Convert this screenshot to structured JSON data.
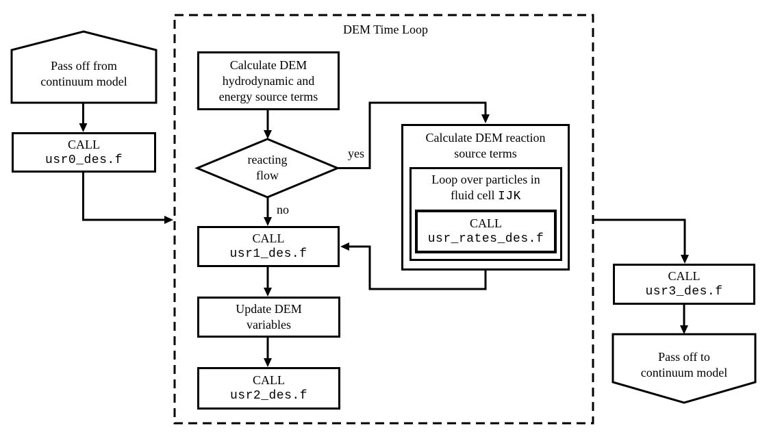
{
  "diagram": {
    "title": "DEM Time Loop",
    "colors": {
      "stroke": "#000000",
      "background": "#ffffff"
    },
    "labels": {
      "yes": "yes",
      "no": "no"
    },
    "nodes": {
      "pass_from": {
        "line1": "Pass off from",
        "line2": "continuum model"
      },
      "usr0": {
        "call": "CALL",
        "code": "usr0_des.f"
      },
      "calc": {
        "line1": "Calculate DEM",
        "line2": "hydrodynamic and",
        "line3": "energy source terms"
      },
      "decision": {
        "line1": "reacting",
        "line2": "flow"
      },
      "reaction": {
        "line1": "Calculate DEM reaction",
        "line2": "source terms"
      },
      "loop": {
        "line1": "Loop over particles in",
        "line2_text": "fluid cell ",
        "line2_code": "IJK"
      },
      "rates": {
        "call": "CALL",
        "code": "usr_rates_des.f"
      },
      "usr1": {
        "call": "CALL",
        "code": "usr1_des.f"
      },
      "update": {
        "line1": "Update DEM",
        "line2": "variables"
      },
      "usr2": {
        "call": "CALL",
        "code": "usr2_des.f"
      },
      "usr3": {
        "call": "CALL",
        "code": "usr3_des.f"
      },
      "pass_to": {
        "line1": "Pass off to",
        "line2": "continuum model"
      }
    }
  }
}
